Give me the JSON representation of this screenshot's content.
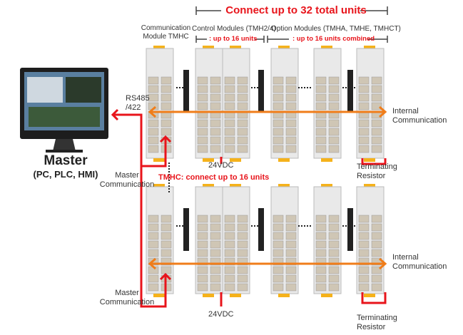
{
  "title": "Connect up to 32 total units",
  "header": {
    "comm_module": [
      "Communication",
      "Module TMHC"
    ],
    "control_modules": "Control Modules (TMH2/4)",
    "control_limit": ": up to 16 units",
    "option_modules": "Option Modules (TMHA, TMHE, TMHCT)",
    "option_limit": ": up to 16 units combined"
  },
  "master": {
    "title": "Master",
    "subtitle": "(PC, PLC, HMI)"
  },
  "labels": {
    "rs485": [
      "RS485",
      "/422"
    ],
    "master_comm": [
      "Master",
      "Communication"
    ],
    "internal_comm": [
      "Internal",
      "Communication"
    ],
    "power": "24VDC",
    "terminating": [
      "Terminating",
      "Resistor"
    ],
    "tmhc_limit": "TMHC: connect up to 16 units"
  },
  "colors": {
    "accent_red": "#e8141b",
    "internal_bus": "#f07d1a",
    "module_tab": "#f5b21b"
  }
}
